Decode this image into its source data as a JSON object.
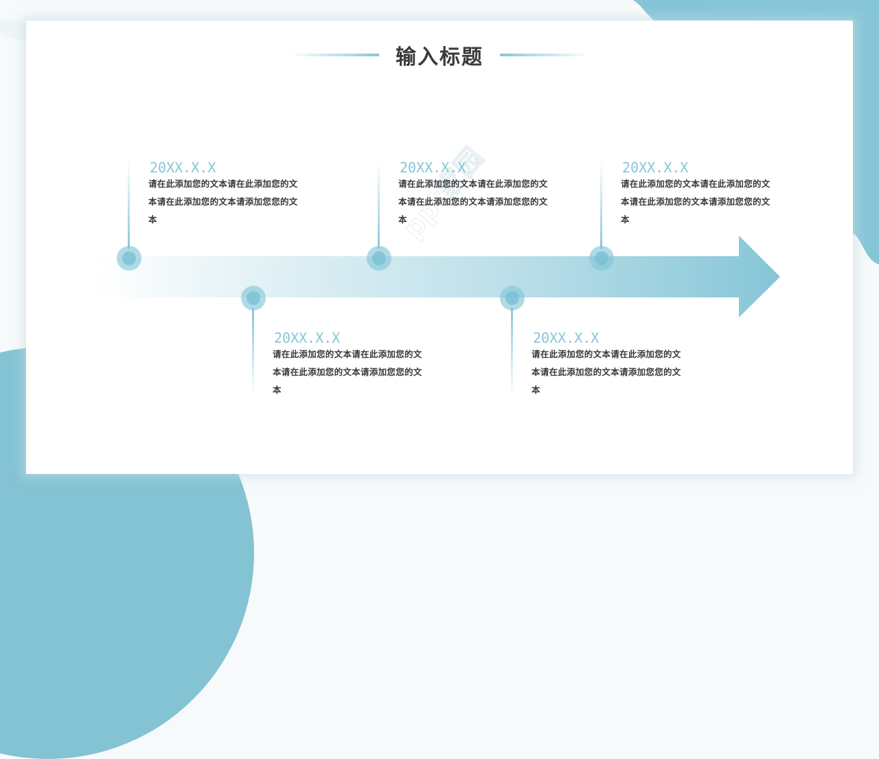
{
  "slide": {
    "title": "输入标题",
    "watermark": "ppt家园",
    "colors": {
      "accent": "#86c6d8",
      "title_text": "#3a3a3a",
      "body_text": "#3a3a3a",
      "card_bg": "#ffffff",
      "blob": "#85c5d7"
    }
  },
  "timeline": {
    "milestones": [
      {
        "position": "top",
        "date": "20XX.X.X",
        "text": "请在此添加您的文本请在此添加您的文本请在此添加您的文本请添加您您的文本"
      },
      {
        "position": "bottom",
        "date": "20XX.X.X",
        "text": "请在此添加您的文本请在此添加您的文本请在此添加您的文本请添加您您的文本"
      },
      {
        "position": "top",
        "date": "20XX.X.X",
        "text": "请在此添加您的文本请在此添加您的文本请在此添加您的文本请添加您您的文本"
      },
      {
        "position": "bottom",
        "date": "20XX.X.X",
        "text": "请在此添加您的文本请在此添加您的文本请在此添加您的文本请添加您您的文本"
      },
      {
        "position": "top",
        "date": "20XX.X.X",
        "text": "请在此添加您的文本请在此添加您的文本请在此添加您的文本请添加您您的文本"
      }
    ]
  }
}
